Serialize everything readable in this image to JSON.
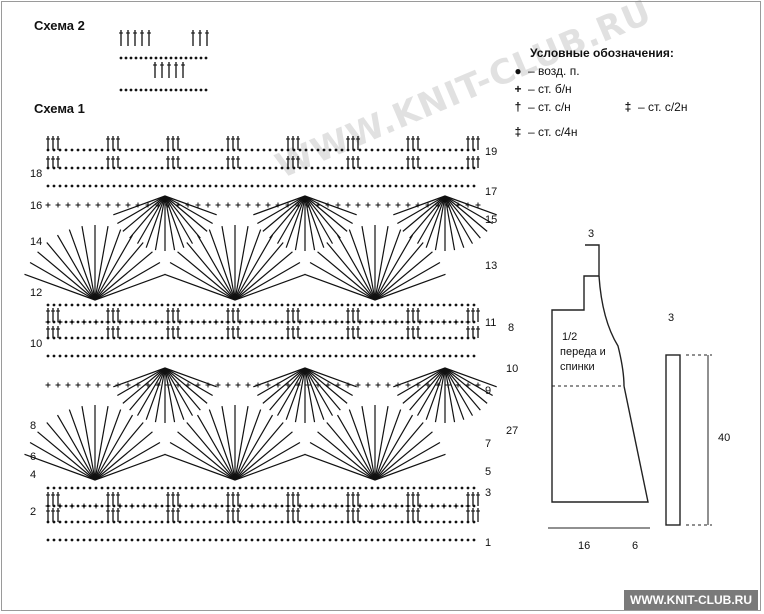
{
  "scheme2_title": "Схема 2",
  "scheme1_title": "Схема 1",
  "legend": {
    "title": "Условные обозначения:",
    "items": [
      {
        "symbol": "dot-icon",
        "text": "– возд. п."
      },
      {
        "symbol": "sc-icon",
        "text": "– ст. б/н"
      },
      {
        "symbol": "dc-icon",
        "text": "– ст. с/н"
      },
      {
        "symbol": "tr-icon",
        "text": "– ст. с/2н"
      },
      {
        "symbol": "dtr-icon",
        "text": "– ст. с/4н"
      }
    ]
  },
  "row_numbers_left": [
    "18",
    "16",
    "14",
    "12",
    "10",
    "8",
    "6",
    "4",
    "2"
  ],
  "row_numbers_right": [
    "19",
    "17",
    "15",
    "13",
    "11",
    "9",
    "7",
    "5",
    "3",
    "1"
  ],
  "pattern": {
    "sc": "+",
    "dc": "†",
    "dot": "•"
  },
  "schematic": {
    "top_width": "3",
    "side_labels": [
      "8",
      "10",
      "27"
    ],
    "piece_label_lines": [
      "1/2",
      "переда и",
      "спинки"
    ],
    "bottom_widths": [
      "16",
      "6"
    ],
    "strap_width": "3",
    "strap_length": "40"
  },
  "watermark": "WWW.KNIT-CLUB.RU",
  "footer": "WWW.KNIT-CLUB.RU"
}
